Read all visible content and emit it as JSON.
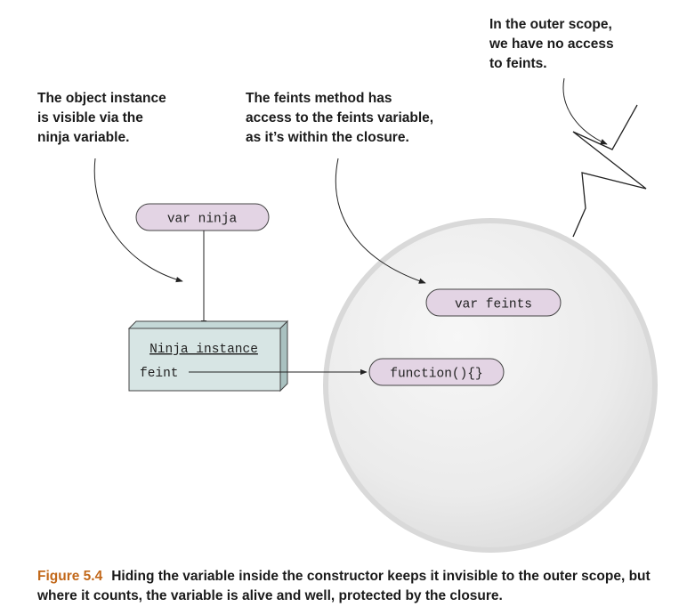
{
  "callouts": {
    "ninja": [
      "The object instance",
      "is visible via the",
      "ninja variable."
    ],
    "feints": [
      "The feints method has",
      "access to the feints variable,",
      "as it’s within the closure."
    ],
    "outer": [
      "In the outer scope,",
      "we have no access",
      "to feints."
    ]
  },
  "nodes": {
    "var_ninja": "var ninja",
    "var_feints": "var feints",
    "function_literal": "function(){}",
    "instance_title": "Ninja instance",
    "instance_property": "feint"
  },
  "caption": {
    "figure_label": "Figure 5.4",
    "text": "Hiding the variable inside the constructor keeps it invisible to the outer scope, but where it counts, the variable is alive and well, protected by the closure."
  },
  "colors": {
    "pill_fill": "#e3d4e4",
    "instance_fill": "#d7e5e4",
    "instance_side": "#a9c1c0",
    "closure_fill": "#ececec",
    "closure_ring": "#d9d9d9",
    "figure_label": "#c2681a"
  }
}
